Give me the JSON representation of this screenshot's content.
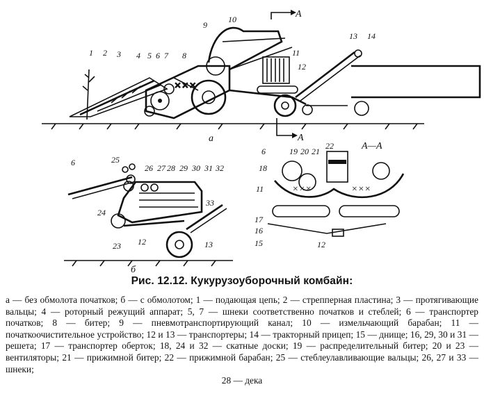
{
  "figure": {
    "view_labels": {
      "a": "а",
      "b": "б",
      "section_mark": "А",
      "section_title": "А—А"
    },
    "labels_a": [
      "1",
      "2",
      "3",
      "4",
      "5",
      "6",
      "7",
      "8",
      "9",
      "10",
      "11",
      "12",
      "13",
      "14"
    ],
    "labels_b": [
      "6",
      "25",
      "26",
      "27",
      "28",
      "29",
      "30",
      "31",
      "32",
      "33",
      "24",
      "23",
      "12",
      "13"
    ],
    "labels_aa": [
      "6",
      "19",
      "20",
      "21",
      "22",
      "18",
      "11",
      "17",
      "16",
      "15",
      "12"
    ]
  },
  "caption": {
    "title": "Рис. 12.12. Кукурузоуборочный комбайн:",
    "body": "а — без обмолота початков; б — с обмолотом; 1 — подающая цепь; 2 — стрепперная пластина; 3 — протягивающие вальцы; 4 — роторный режущий аппарат; 5, 7 — шнеки соответственно початков и стеблей; 6 — транспортер початков; 8 — битер; 9 — пневмотранспортирующий канал; 10 — измельчающий барабан; 11 — початкоочистительное устройство; 12 и 13 — транспортеры; 14 — тракторный прицеп; 15 — днище; 16, 29, 30 и 31 — решета; 17 — транспортер оберток; 18, 24 и 32 — скатные доски; 19 — распределительный битер; 20 и 23 — вентиляторы; 21 — прижимной битер; 22 — прижимной барабан; 25 — стеблеулавливающие вальцы; 26, 27 и 33 — шнеки;",
    "last_line": "28 — дека"
  }
}
